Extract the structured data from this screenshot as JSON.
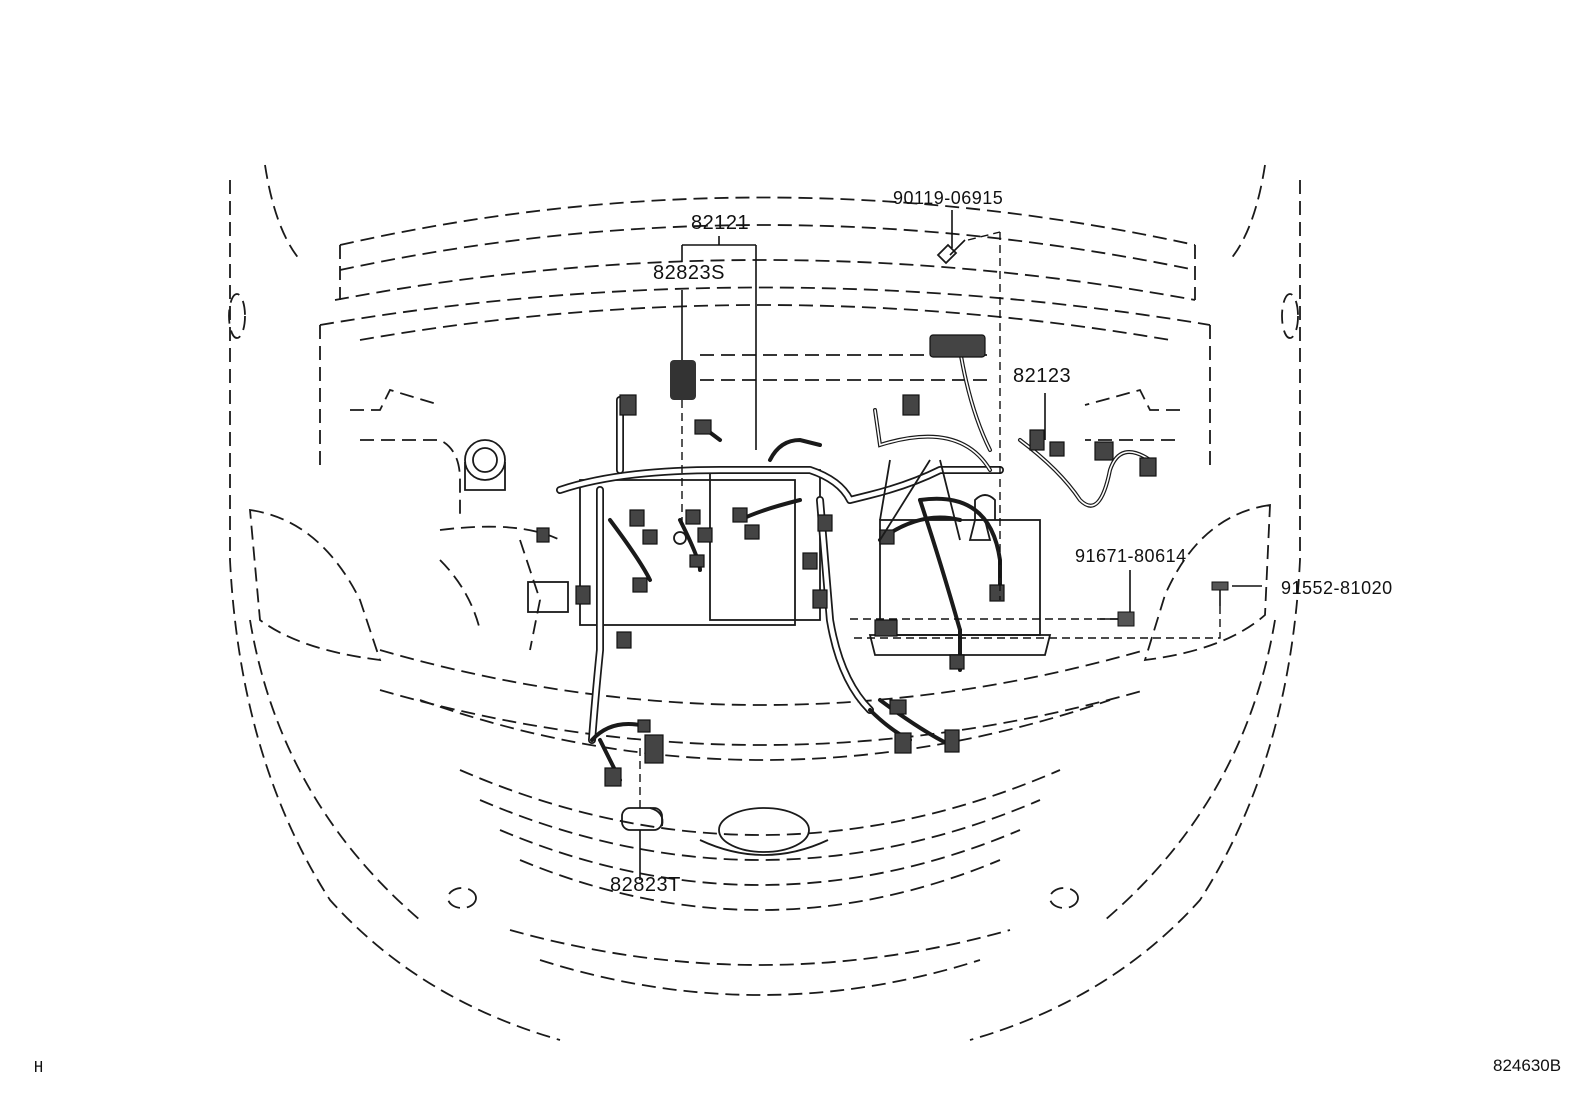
{
  "labels": {
    "p82121": "82121",
    "p82823S": "82823S",
    "p90119": "90119-06915",
    "p82123": "82123",
    "p91671": "91671-80614",
    "p91552": "91552-81020",
    "p82823T": "82823T"
  },
  "footer": {
    "left_mark": "H",
    "figure_code": "824630B"
  }
}
